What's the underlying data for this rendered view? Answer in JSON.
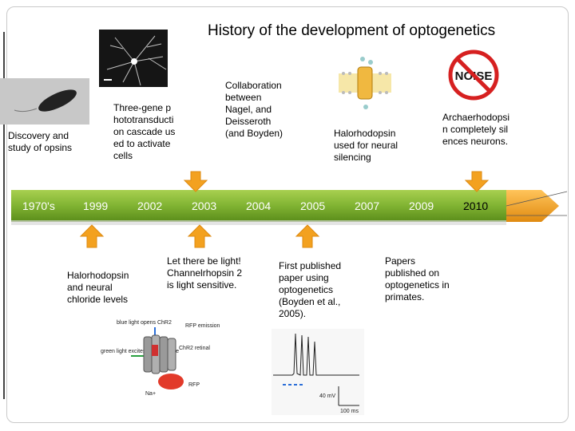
{
  "title": "History of the development of optogenetics",
  "timeline": {
    "years": [
      "1970's",
      "1999",
      "2002",
      "2003",
      "2004",
      "2005",
      "2007",
      "2009",
      "2010"
    ]
  },
  "events": {
    "discovery": "Discovery and study of opsins",
    "three_gene": "Three-gene phototransduction cascade used to activate cells",
    "collaboration": "Collaboration between Nagel, and Deisseroth (and Boyden)",
    "halo_silencing": "Halorhodopsin used for neural silencing",
    "archaerhodopsin": "Archaerhodopsin completely silences neurons.",
    "halo_chloride": "Halorhodopsin and neural chloride levels",
    "let_there_be_light": "Let there be light! Channelrhopsin 2 is light sensitive.",
    "first_paper": "First published paper using optogenetics (Boyden et al., 2005).",
    "primates": "Papers published on optogenetics in primates."
  },
  "figure_labels": {
    "noise_sign": "NOISE",
    "chr2_blue": "blue light opens ChR2",
    "rfp_emission": "RFP emission",
    "green_light": "green light excites fluorescence",
    "chr2_retinal": "ChR2 retinal",
    "rfp": "RFP",
    "na_ion": "Na+",
    "scale_mv": "40 mV",
    "scale_ms": "100 ms"
  },
  "colors": {
    "band_dark": "#6a9e1e",
    "band_light": "#a8d050",
    "arrow_orange": "#f3a11f",
    "arrow_orange_dark": "#dd8a12",
    "tip_orange": "#f7a823"
  }
}
